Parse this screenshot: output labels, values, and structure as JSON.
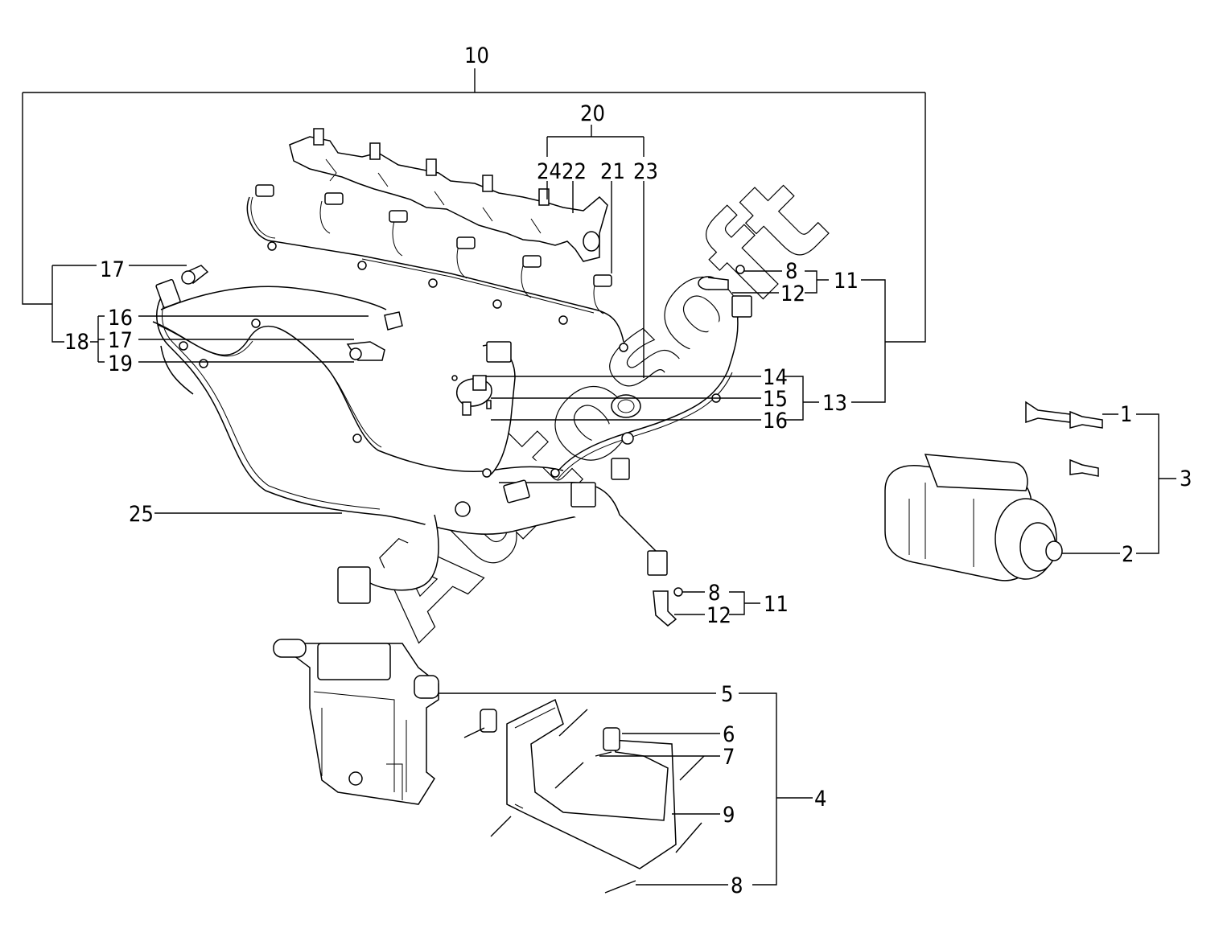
{
  "watermark": "Autosoft",
  "callouts": {
    "c1": "1",
    "c2": "2",
    "c3": "3",
    "c4": "4",
    "c5": "5",
    "c6": "6",
    "c7": "7",
    "c8_top": "8",
    "c8_mid": "8",
    "c8_bot": "8",
    "c9": "9",
    "c10": "10",
    "c11_top": "11",
    "c11_mid": "11",
    "c12_top": "12",
    "c12_mid": "12",
    "c13": "13",
    "c14": "14",
    "c15": "15",
    "c16_left": "16",
    "c16_right": "16",
    "c17_top": "17",
    "c17_mid": "17",
    "c18": "18",
    "c19": "19",
    "c20": "20",
    "c21": "21",
    "c22": "22",
    "c23": "23",
    "c24": "24",
    "c25": "25"
  }
}
